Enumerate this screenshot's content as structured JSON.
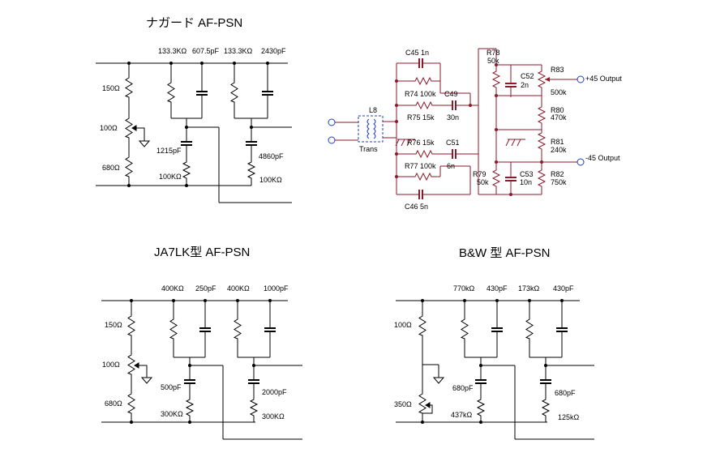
{
  "nagado": {
    "title": "ナガード AF-PSN",
    "r_top1": "133.3KΩ",
    "c_top1": "607.5pF",
    "r_top2": "133.3KΩ",
    "c_top2": "2430pF",
    "r150": "150Ω",
    "pot": "100Ω",
    "r680": "680Ω",
    "c_low1": "1215pF",
    "r_low1": "100KΩ",
    "c_low2": "4860pF",
    "r_low2": "100KΩ"
  },
  "ja7lk": {
    "title": "JA7LK型 AF-PSN",
    "r_top1": "400KΩ",
    "c_top1": "250pF",
    "r_top2": "400KΩ",
    "c_top2": "1000pF",
    "r150": "150Ω",
    "pot": "100Ω",
    "r680": "680Ω",
    "c_low1": "500pF",
    "r_low1": "300KΩ",
    "c_low2": "2000pF",
    "r_low2": "300KΩ"
  },
  "bw": {
    "title": "B&W 型 AF-PSN",
    "r_top1": "770kΩ",
    "c_top1": "430pF",
    "r_top2": "173kΩ",
    "c_top2": "430pF",
    "r100": "100Ω",
    "pot": "350Ω",
    "c_low1": "680pF",
    "r_low1": "437kΩ",
    "c_low2": "680pF",
    "r_low2": "125kΩ"
  },
  "schem": {
    "c45": "C45 1n",
    "r74": "R74 100k",
    "c49": "C49",
    "r75": "R75 15k",
    "c49v": "30n",
    "r76": "R76 15k",
    "c51": "C51",
    "c51v": "6n",
    "r77": "R77 100k",
    "c46": "C46 5n",
    "l8": "L8",
    "trans": "Trans",
    "r78": "R78",
    "r78v": "50k",
    "c52": "C52",
    "c52v": "2n",
    "r83": "R83",
    "r83v": "500k",
    "r80": "R80",
    "r80v": "470k",
    "r81": "R81",
    "r81v": "240k",
    "r82": "R82",
    "r82v": "750k",
    "r79": "R79",
    "r79v": "50k",
    "c53": "C53",
    "c53v": "10n",
    "out_pos": "+45 Output",
    "out_neg": "-45 Output"
  }
}
